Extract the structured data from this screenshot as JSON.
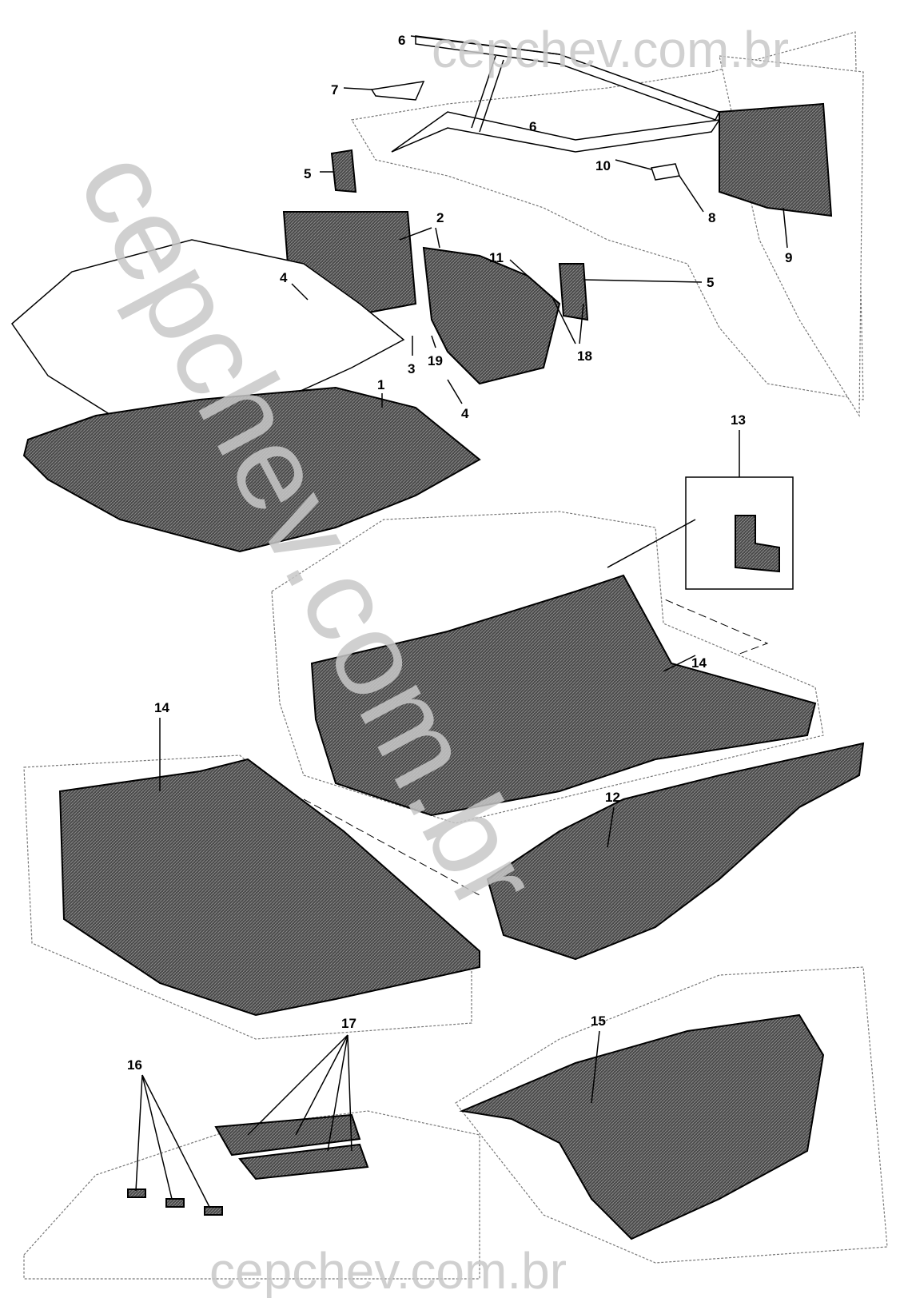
{
  "watermark": {
    "top": "cepchev.com.br",
    "diagonal": "cepchev.com.br",
    "bottom": "cepchev.com.br"
  },
  "callouts": {
    "c6a": "6",
    "c7": "7",
    "c6b": "6",
    "c5a": "5",
    "c10": "10",
    "c8": "8",
    "c9": "9",
    "c2": "2",
    "c11": "11",
    "c5b": "5",
    "c4a": "4",
    "c18": "18",
    "c3": "3",
    "c19": "19",
    "c4b": "4",
    "c1": "1",
    "c13": "13",
    "c14a": "14",
    "c14b": "14",
    "c12": "12",
    "c15": "15",
    "c17": "17",
    "c16": "16"
  }
}
